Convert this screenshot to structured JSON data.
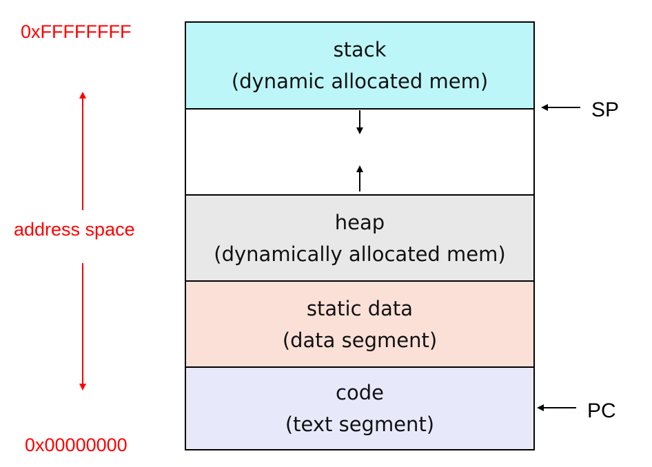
{
  "address": {
    "high": "0xFFFFFFFF",
    "low": "0x00000000",
    "label": "address space",
    "color": "#ff0000"
  },
  "segments": [
    {
      "id": "stack",
      "title": "stack",
      "subtitle": "(dynamic allocated mem)",
      "color": "#bdf6f9"
    },
    {
      "id": "free",
      "title": "",
      "subtitle": "",
      "color": "#ffffff"
    },
    {
      "id": "heap",
      "title": "heap",
      "subtitle": "(dynamically allocated mem)",
      "color": "#e8e8e8"
    },
    {
      "id": "static",
      "title": "static data",
      "subtitle": "(data segment)",
      "color": "#fbe0d8"
    },
    {
      "id": "code",
      "title": "code",
      "subtitle": "(text segment)",
      "color": "#e7e9fb"
    }
  ],
  "pointers": {
    "sp": "SP",
    "pc": "PC"
  }
}
